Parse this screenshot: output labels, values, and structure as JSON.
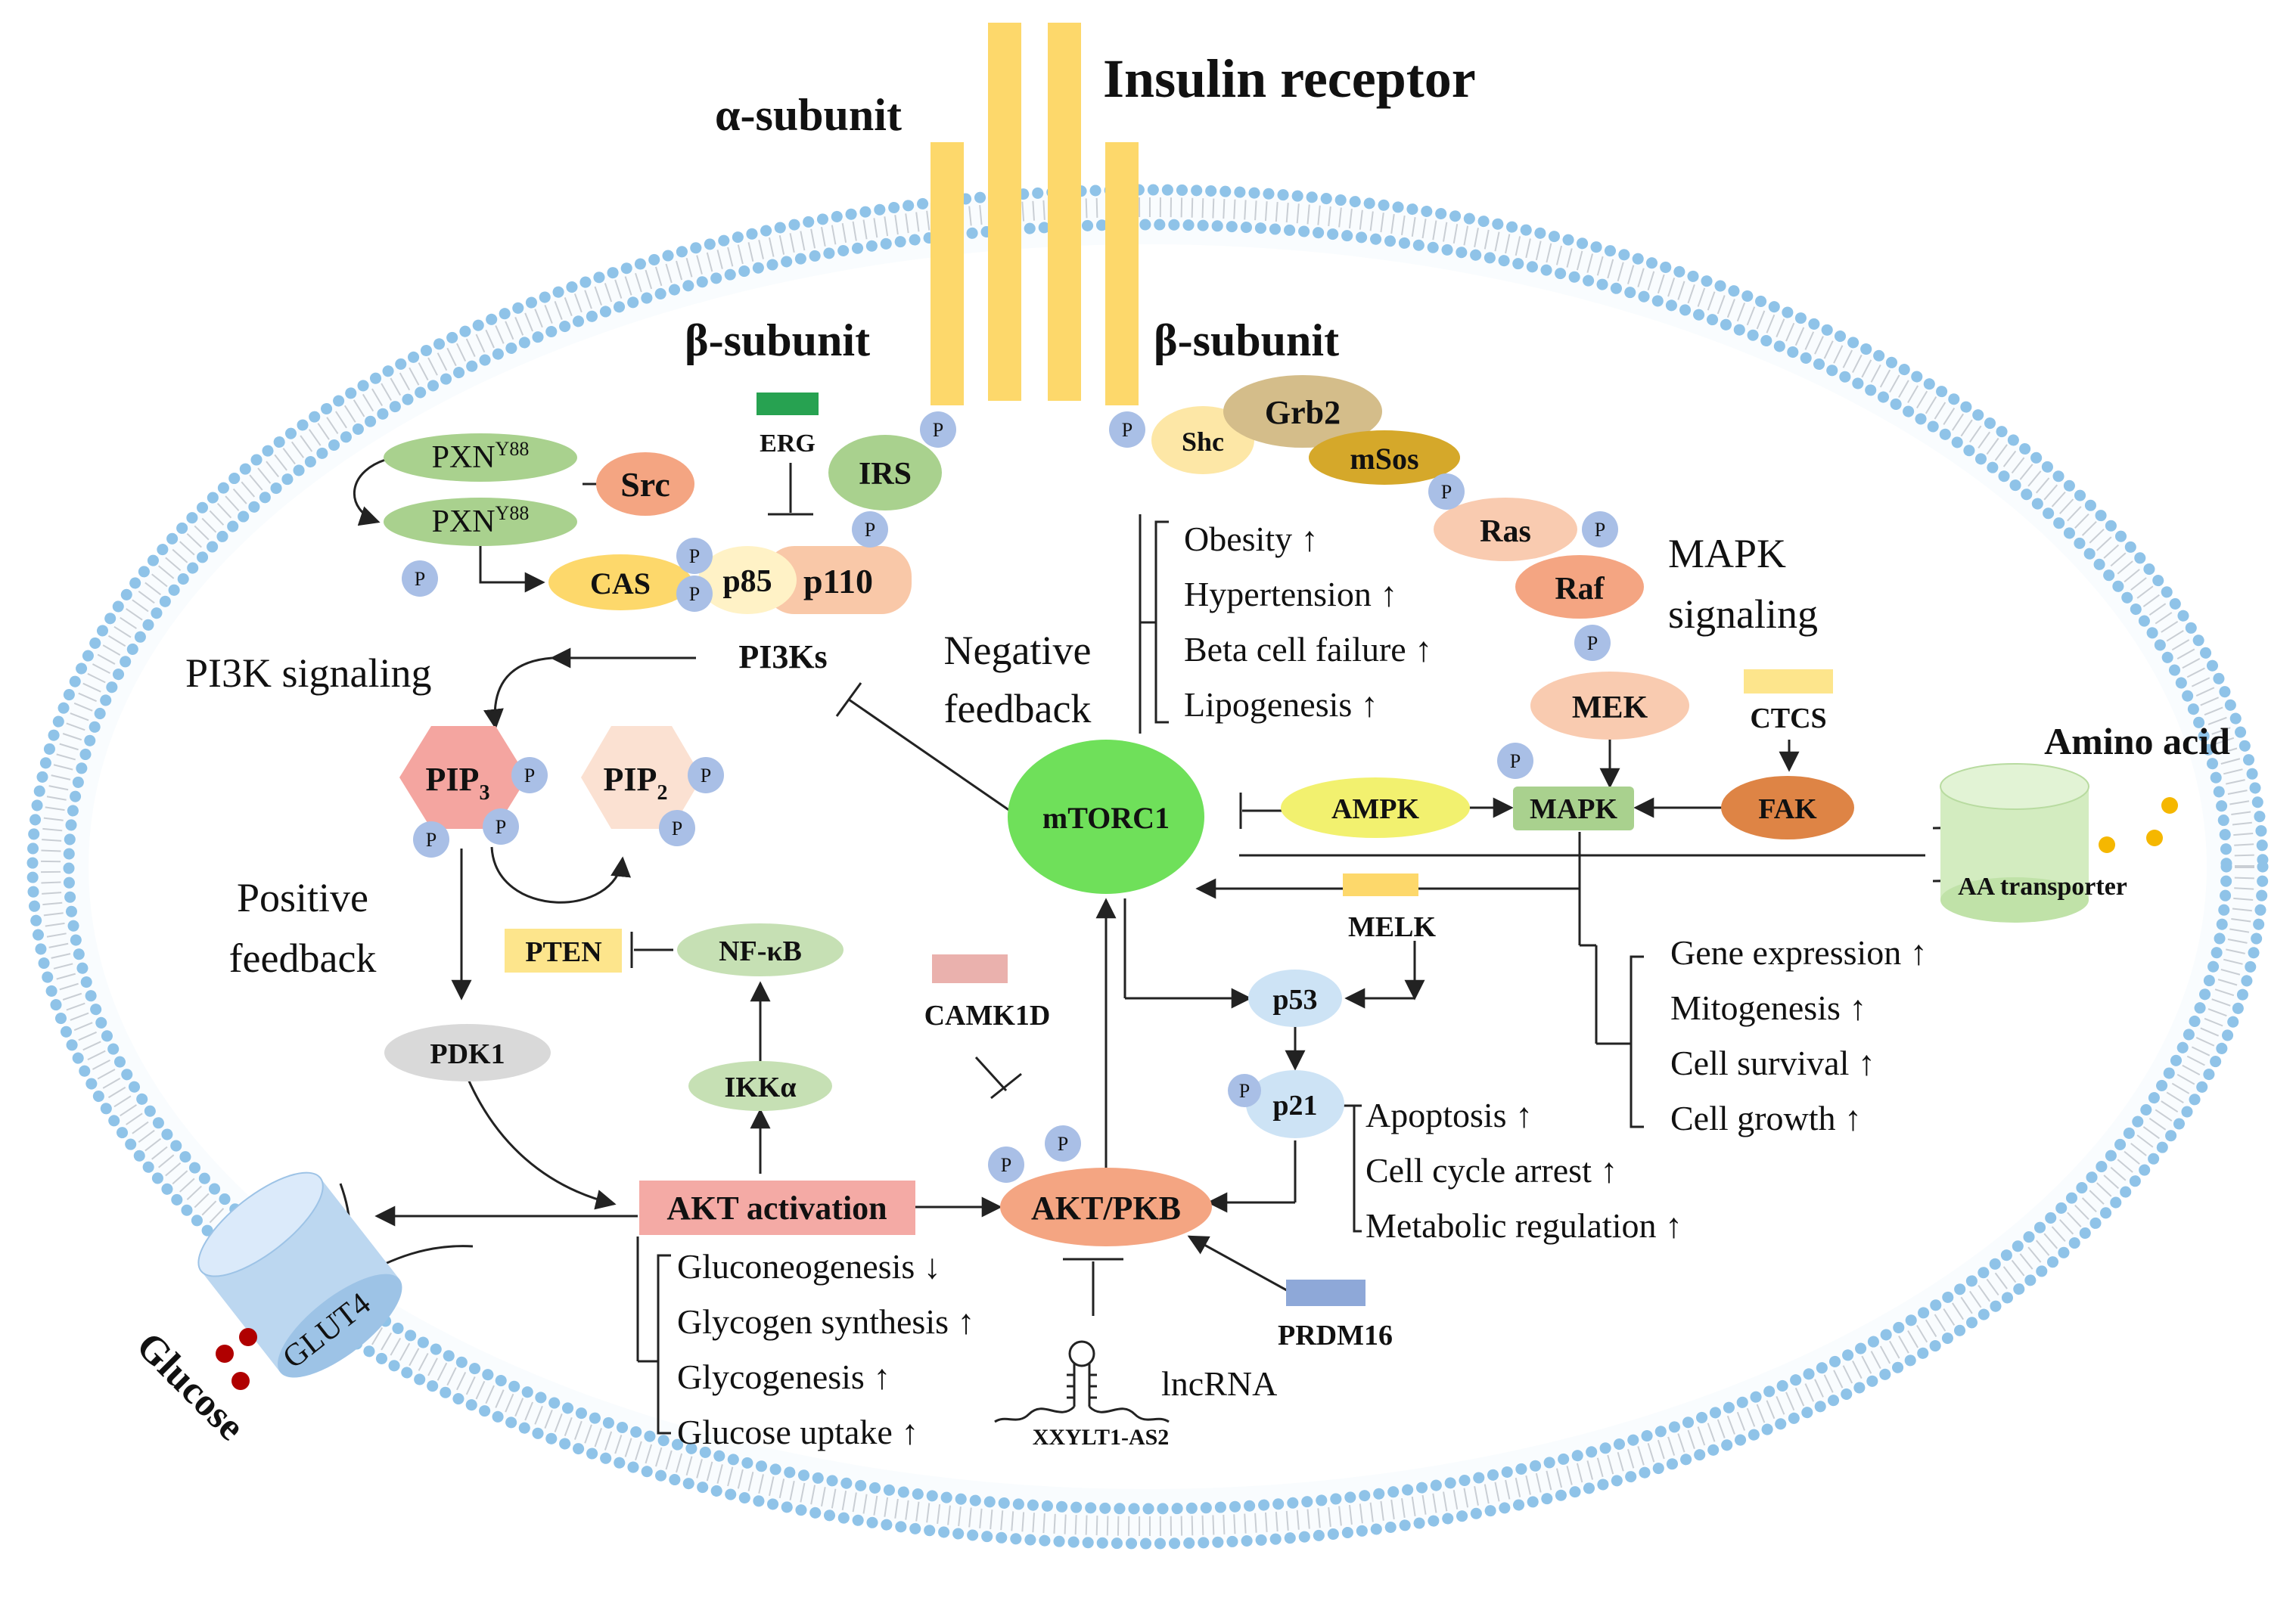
{
  "receptor": {
    "title": "Insulin receptor",
    "alpha": "α-subunit",
    "beta_left": "β-subunit",
    "beta_right": "β-subunit",
    "color": "#fdd86b"
  },
  "phospho": "P",
  "pi3k": {
    "pxn1": "PXN",
    "pxn2": "PXN",
    "pxn_sup": "Y88",
    "src": "Src",
    "erg": "ERG",
    "irs": "IRS",
    "cas": "CAS",
    "p85": "p85",
    "p110": "p110",
    "pi3ks": "PI3Ks",
    "section": "PI3K signaling",
    "pip3": "PIP",
    "pip3_sub": "3",
    "pip2": "PIP",
    "pip2_sub": "2",
    "positive_feedback_1": "Positive",
    "positive_feedback_2": "feedback",
    "pten": "PTEN",
    "nfkb": "NF-κB",
    "ikka": "IKKα",
    "pdk1": "PDK1"
  },
  "mapk": {
    "shc": "Shc",
    "grb2": "Grb2",
    "msos": "mSos",
    "ras": "Ras",
    "raf": "Raf",
    "mek": "MEK",
    "mapk": "MAPK",
    "section_1": "MAPK",
    "section_2": "signaling",
    "ctcs": "CTCS",
    "fak": "FAK",
    "outcomes": [
      "Gene expression ↑",
      "Mitogenesis ↑",
      "Cell survival ↑",
      "Cell growth ↑"
    ]
  },
  "mtor": {
    "mtorc1": "mTORC1",
    "ampk": "AMPK",
    "negative_feedback_1": "Negative",
    "negative_feedback_2": "feedback",
    "melk": "MELK",
    "outcomes": [
      "Obesity ↑",
      "Hypertension ↑",
      "Beta cell failure ↑",
      "Lipogenesis ↑"
    ]
  },
  "p53": {
    "p53": "p53",
    "p21": "p21",
    "outcomes": [
      "Apoptosis ↑",
      "Cell cycle arrest ↑",
      "Metabolic regulation ↑"
    ]
  },
  "akt": {
    "activation": "AKT activation",
    "akt_pkb": "AKT/PKB",
    "camk1d": "CAMK1D",
    "prdm16": "PRDM16",
    "lncrna": "lncRNA",
    "xxylt1": "XXYLT1-AS2",
    "outcomes": [
      "Gluconeogenesis ↓",
      "Glycogen synthesis ↑",
      "Glycogenesis ↑",
      "Glucose uptake ↑"
    ]
  },
  "transport": {
    "glut4": "GLUT4",
    "glucose": "Glucose",
    "amino_acid": "Amino acid",
    "aa_transporter": "AA transporter"
  },
  "colors": {
    "membrane_head": "#8fc3e8",
    "phospho": "#a9bfe6",
    "green": "#a9d18e",
    "orange": "#f4a582",
    "yellow": "#fdd86b",
    "mtorc1": "#6fe05a"
  }
}
